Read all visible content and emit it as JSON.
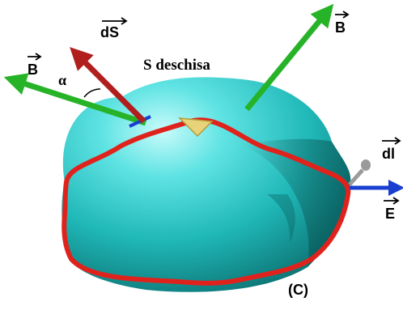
{
  "labels": {
    "surface": "S deschisa",
    "contour": "(C)",
    "alpha": "α",
    "b_left": "B",
    "b_top": "B",
    "ds": "dS",
    "dl": "dl",
    "e": "E"
  },
  "colors": {
    "surface": "#2fc6c6",
    "contour": "#e0221c",
    "b_arrow": "#27b327",
    "ds_arrow": "#b01e1e",
    "e_arrow": "#1a3fd0",
    "dl_arrow": "#9a9a9a",
    "direction_marker": "#e8d37a"
  }
}
